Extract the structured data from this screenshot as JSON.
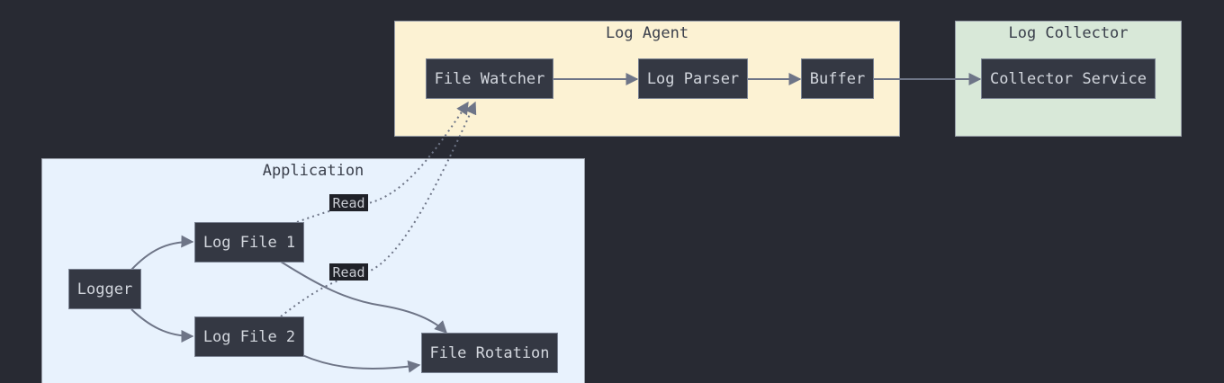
{
  "colors": {
    "background": "#282a33",
    "log_agent_fill": "#fcf2d3",
    "log_collector_fill": "#d8e8d8",
    "application_fill": "#e8f2fd",
    "node_fill": "#343843",
    "edge": "#6e7587"
  },
  "clusters": {
    "log_agent": "Log Agent",
    "log_collector": "Log Collector",
    "application": "Application"
  },
  "nodes": {
    "file_watcher": "File Watcher",
    "log_parser": "Log Parser",
    "buffer": "Buffer",
    "collector_service": "Collector Service",
    "logger": "Logger",
    "log_file_1": "Log File 1",
    "log_file_2": "Log File 2",
    "file_rotation": "File Rotation"
  },
  "edges": [
    {
      "from": "File Watcher",
      "to": "Log Parser",
      "style": "solid",
      "label": ""
    },
    {
      "from": "Log Parser",
      "to": "Buffer",
      "style": "solid",
      "label": ""
    },
    {
      "from": "Buffer",
      "to": "Collector Service",
      "style": "solid",
      "label": ""
    },
    {
      "from": "Logger",
      "to": "Log File 1",
      "style": "solid",
      "label": ""
    },
    {
      "from": "Logger",
      "to": "Log File 2",
      "style": "solid",
      "label": ""
    },
    {
      "from": "Log File 1",
      "to": "File Rotation",
      "style": "solid",
      "label": ""
    },
    {
      "from": "Log File 2",
      "to": "File Rotation",
      "style": "solid",
      "label": ""
    },
    {
      "from": "Log File 1",
      "to": "File Watcher",
      "style": "dotted",
      "label": "Read"
    },
    {
      "from": "Log File 2",
      "to": "File Watcher",
      "style": "dotted",
      "label": "Read"
    }
  ],
  "edge_labels": {
    "read_1": "Read",
    "read_2": "Read"
  }
}
